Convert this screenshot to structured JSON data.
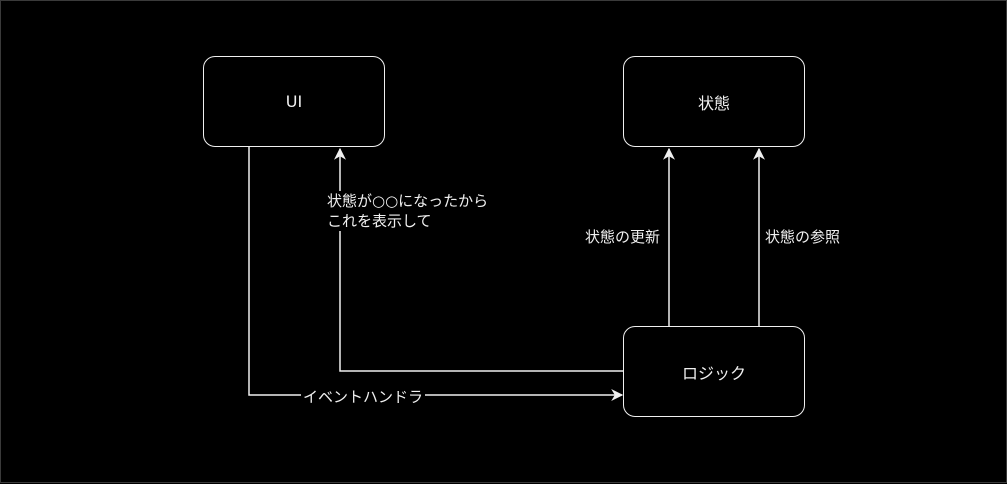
{
  "nodes": {
    "ui": "UI",
    "state": "状態",
    "logic": "ロジック"
  },
  "edges": {
    "display_line1": "状態が○○になったから",
    "display_line2": "これを表示して",
    "event_handler": "イベントハンドラ",
    "update_state": "状態の更新",
    "reference_state": "状態の参照"
  },
  "colors": {
    "background": "#000000",
    "stroke": "#f0f0f0"
  }
}
